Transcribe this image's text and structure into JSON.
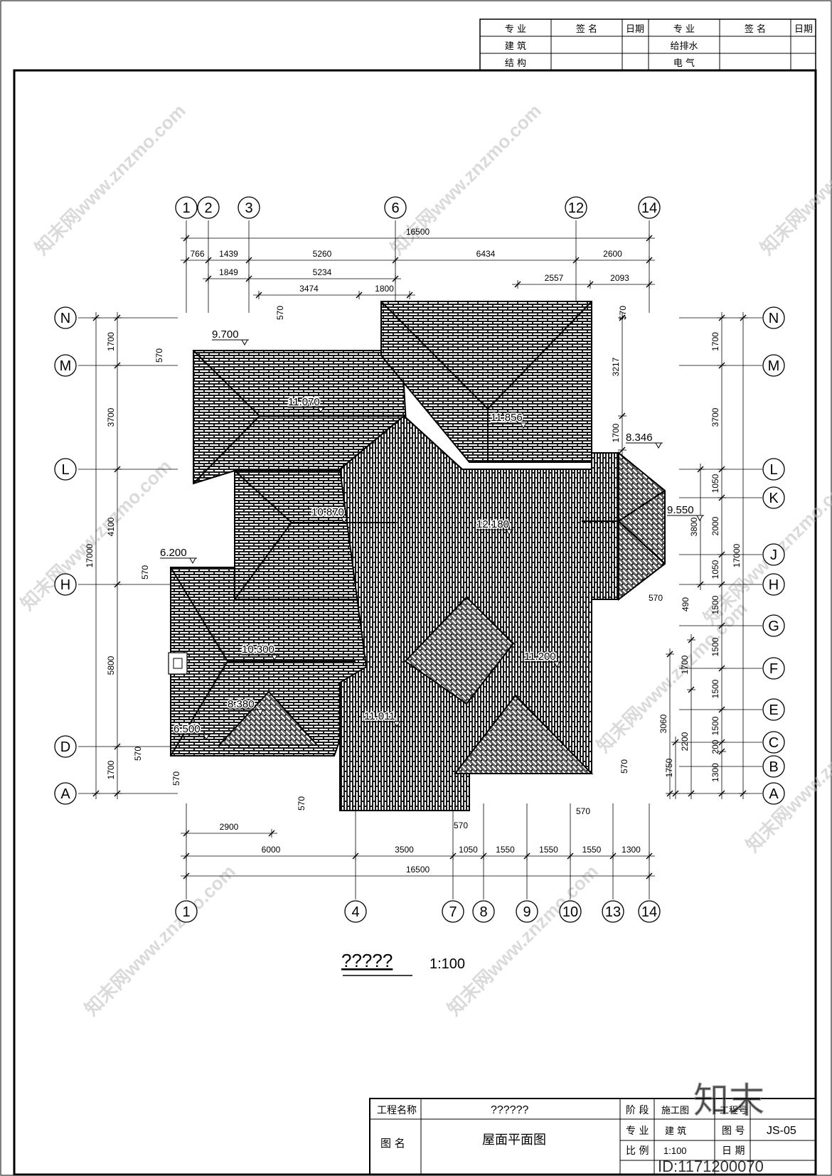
{
  "sign_block": {
    "headers": [
      "专 业",
      "签 名",
      "日期",
      "专 业",
      "签 名",
      "日期"
    ],
    "rows": [
      [
        "建 筑",
        "",
        "",
        "给排水",
        "",
        ""
      ],
      [
        "结 构",
        "",
        "",
        "电 气",
        "",
        ""
      ]
    ]
  },
  "top_dims": {
    "overall": "16500",
    "row1": [
      "766",
      "1439",
      "5260",
      "6434",
      "2600"
    ],
    "row2a": [
      "1849",
      "5234"
    ],
    "row2b": [
      "3474",
      "1800"
    ],
    "row3": [
      "2557",
      "2093"
    ],
    "offset": "570"
  },
  "bottom_dims": {
    "row1": [
      "2900"
    ],
    "row2": [
      "6000",
      "3500",
      "1050",
      "1550",
      "1550",
      "1550",
      "1300"
    ],
    "overall": "16500",
    "small": [
      "570",
      "570",
      "570"
    ]
  },
  "left_dims": {
    "segments": [
      "1700",
      "3700",
      "4100",
      "5800",
      "1700"
    ],
    "overall": "17000",
    "small": [
      "570",
      "570",
      "570",
      "570"
    ]
  },
  "right_dims": {
    "outer": [
      "1700",
      "3700",
      "1050",
      "2000",
      "1050",
      "1500",
      "1500",
      "1500",
      "1500",
      "200",
      "1300"
    ],
    "overall": "17000",
    "inner": [
      "3217",
      "1700",
      "3800",
      "490",
      "570",
      "1750",
      "3060",
      "1700",
      "2200",
      "200",
      "570"
    ]
  },
  "top_axes": [
    "1",
    "2",
    "3",
    "6",
    "12",
    "14"
  ],
  "bottom_axes": [
    "1",
    "4",
    "7",
    "8",
    "9",
    "10",
    "13",
    "14"
  ],
  "left_axes": [
    "N",
    "M",
    "L",
    "H",
    "D",
    "A"
  ],
  "right_axes": [
    "N",
    "M",
    "L",
    "K",
    "J",
    "H",
    "G",
    "F",
    "E",
    "C",
    "B",
    "A"
  ],
  "elevations": [
    "9.700",
    "11.070",
    "11.856",
    "8.346",
    "9.550",
    "10.870",
    "12.180",
    "6.200",
    "10.300",
    "11.200",
    "8.380",
    "6.500",
    "11.011"
  ],
  "drawing_title": "?????",
  "drawing_scale": "1:100",
  "title_block": {
    "project_label": "工程名称",
    "project_value": "??????",
    "drawing_label": "图 名",
    "drawing_value": "屋面平面图",
    "stage_label": "阶 段",
    "stage_value": "施工图",
    "project_no_label": "工程号",
    "discipline_label": "专 业",
    "discipline_value": "建 筑",
    "sheet_no_label": "图 号",
    "sheet_no_value": "JS-05",
    "scale_label": "比 例",
    "scale_value": "1:100",
    "date_label": "日 期"
  },
  "watermark_text": "知末网www.znzmo.com",
  "logo_text": "知末",
  "id_text": "ID:1171200070"
}
